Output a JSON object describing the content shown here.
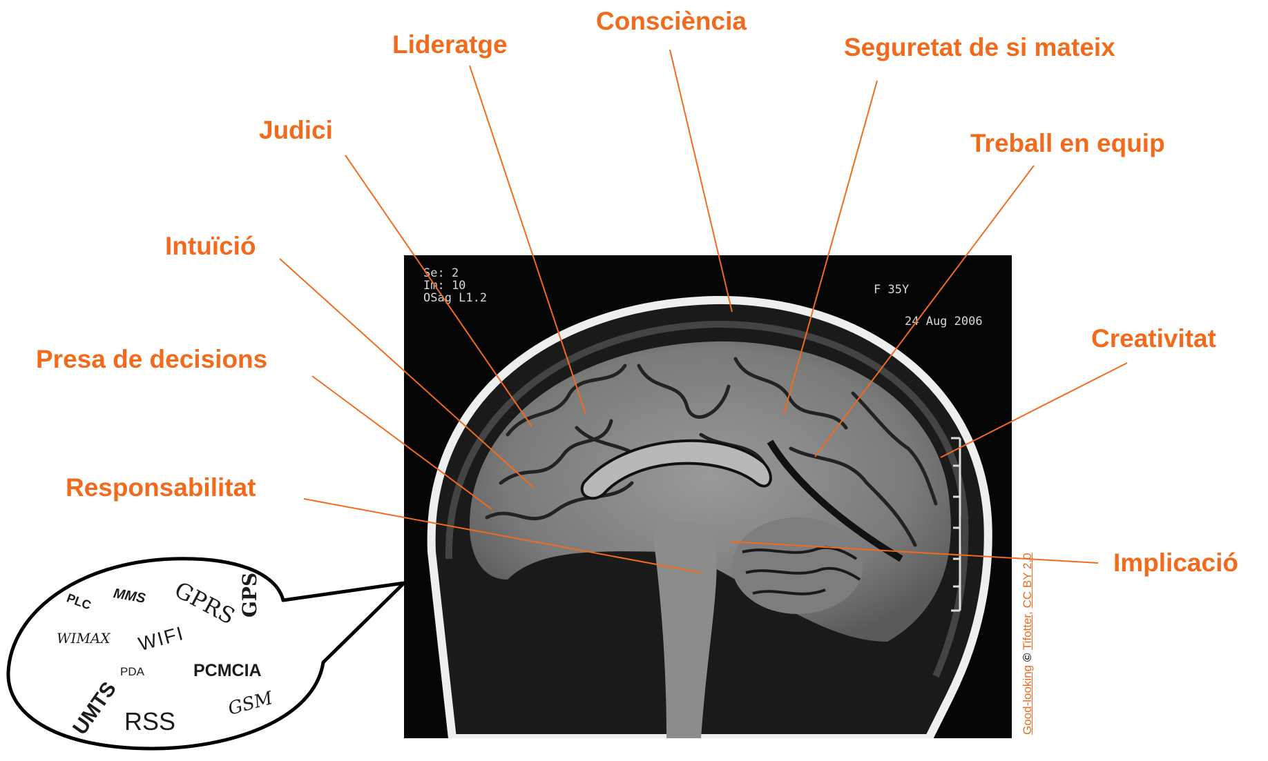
{
  "labels": {
    "consciencia": "Consciència",
    "lideratge": "Lideratge",
    "seguretat": "Seguretat de si mateix",
    "judici": "Judici",
    "treball": "Treball en equip",
    "intuicio": "Intuïció",
    "creativitat": "Creativitat",
    "presa": "Presa de decisions",
    "responsabilitat": "Responsabilitat",
    "implicacio": "Implicació"
  },
  "mri": {
    "line1": "Se: 2",
    "line2": "Im: 10",
    "line3": "OSag L1.2",
    "patient": "F 35Y",
    "date": "24 Aug 2006"
  },
  "bubble_words": [
    "PLC",
    "MMS",
    "GPRS",
    "GPS",
    "WIMAX",
    "WIFI",
    "PDA",
    "PCMCIA",
    "UMTS",
    "GSM",
    "RSS"
  ],
  "credit": {
    "title": "Good-looking",
    "symbol": "©",
    "author": "Tifotter",
    "separator": ",",
    "license": "CC BY 2.0"
  },
  "colors": {
    "accent": "#f26b1d",
    "image_bg": "#050505"
  }
}
